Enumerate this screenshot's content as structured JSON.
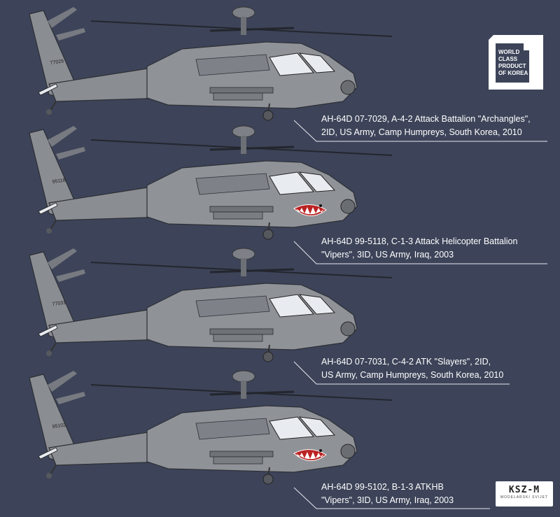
{
  "brand": {
    "world_class_logo": "WORLD CLASS PRODUCT OF KOREA",
    "world_class_lines": [
      "WORLD",
      "CLASS",
      "PRODUCT",
      "OF KOREA"
    ],
    "manufacturer_logo": "KSZ-M",
    "manufacturer_sub": "MODELARSKI SVIJET"
  },
  "colors": {
    "background": "#3d4459",
    "helicopter": "#8a8d92",
    "caption_text": "#ffffff"
  },
  "variants": [
    {
      "tail_number": "77029",
      "shark_mouth": false,
      "caption_lines": [
        "AH-64D 07-7029, A-4-2 Attack Battalion \"Archangles\",",
        "2ID, US Army, Camp Humpreys, South Korea, 2010"
      ]
    },
    {
      "tail_number": "95118",
      "shark_mouth": true,
      "caption_lines": [
        "AH-64D 99-5118, C-1-3 Attack Helicopter Battalion",
        "\"Vipers\", 3ID, US Army, Iraq, 2003"
      ]
    },
    {
      "tail_number": "77031",
      "shark_mouth": false,
      "caption_lines": [
        "AH-64D 07-7031, C-4-2 ATK \"Slayers\", 2ID,",
        "US Army, Camp Humpreys, South Korea, 2010"
      ]
    },
    {
      "tail_number": "95102",
      "shark_mouth": true,
      "caption_lines": [
        "AH-64D 99-5102, B-1-3 ATKHB",
        "\"Vipers\", 3ID, US Army, Iraq, 2003"
      ]
    }
  ]
}
